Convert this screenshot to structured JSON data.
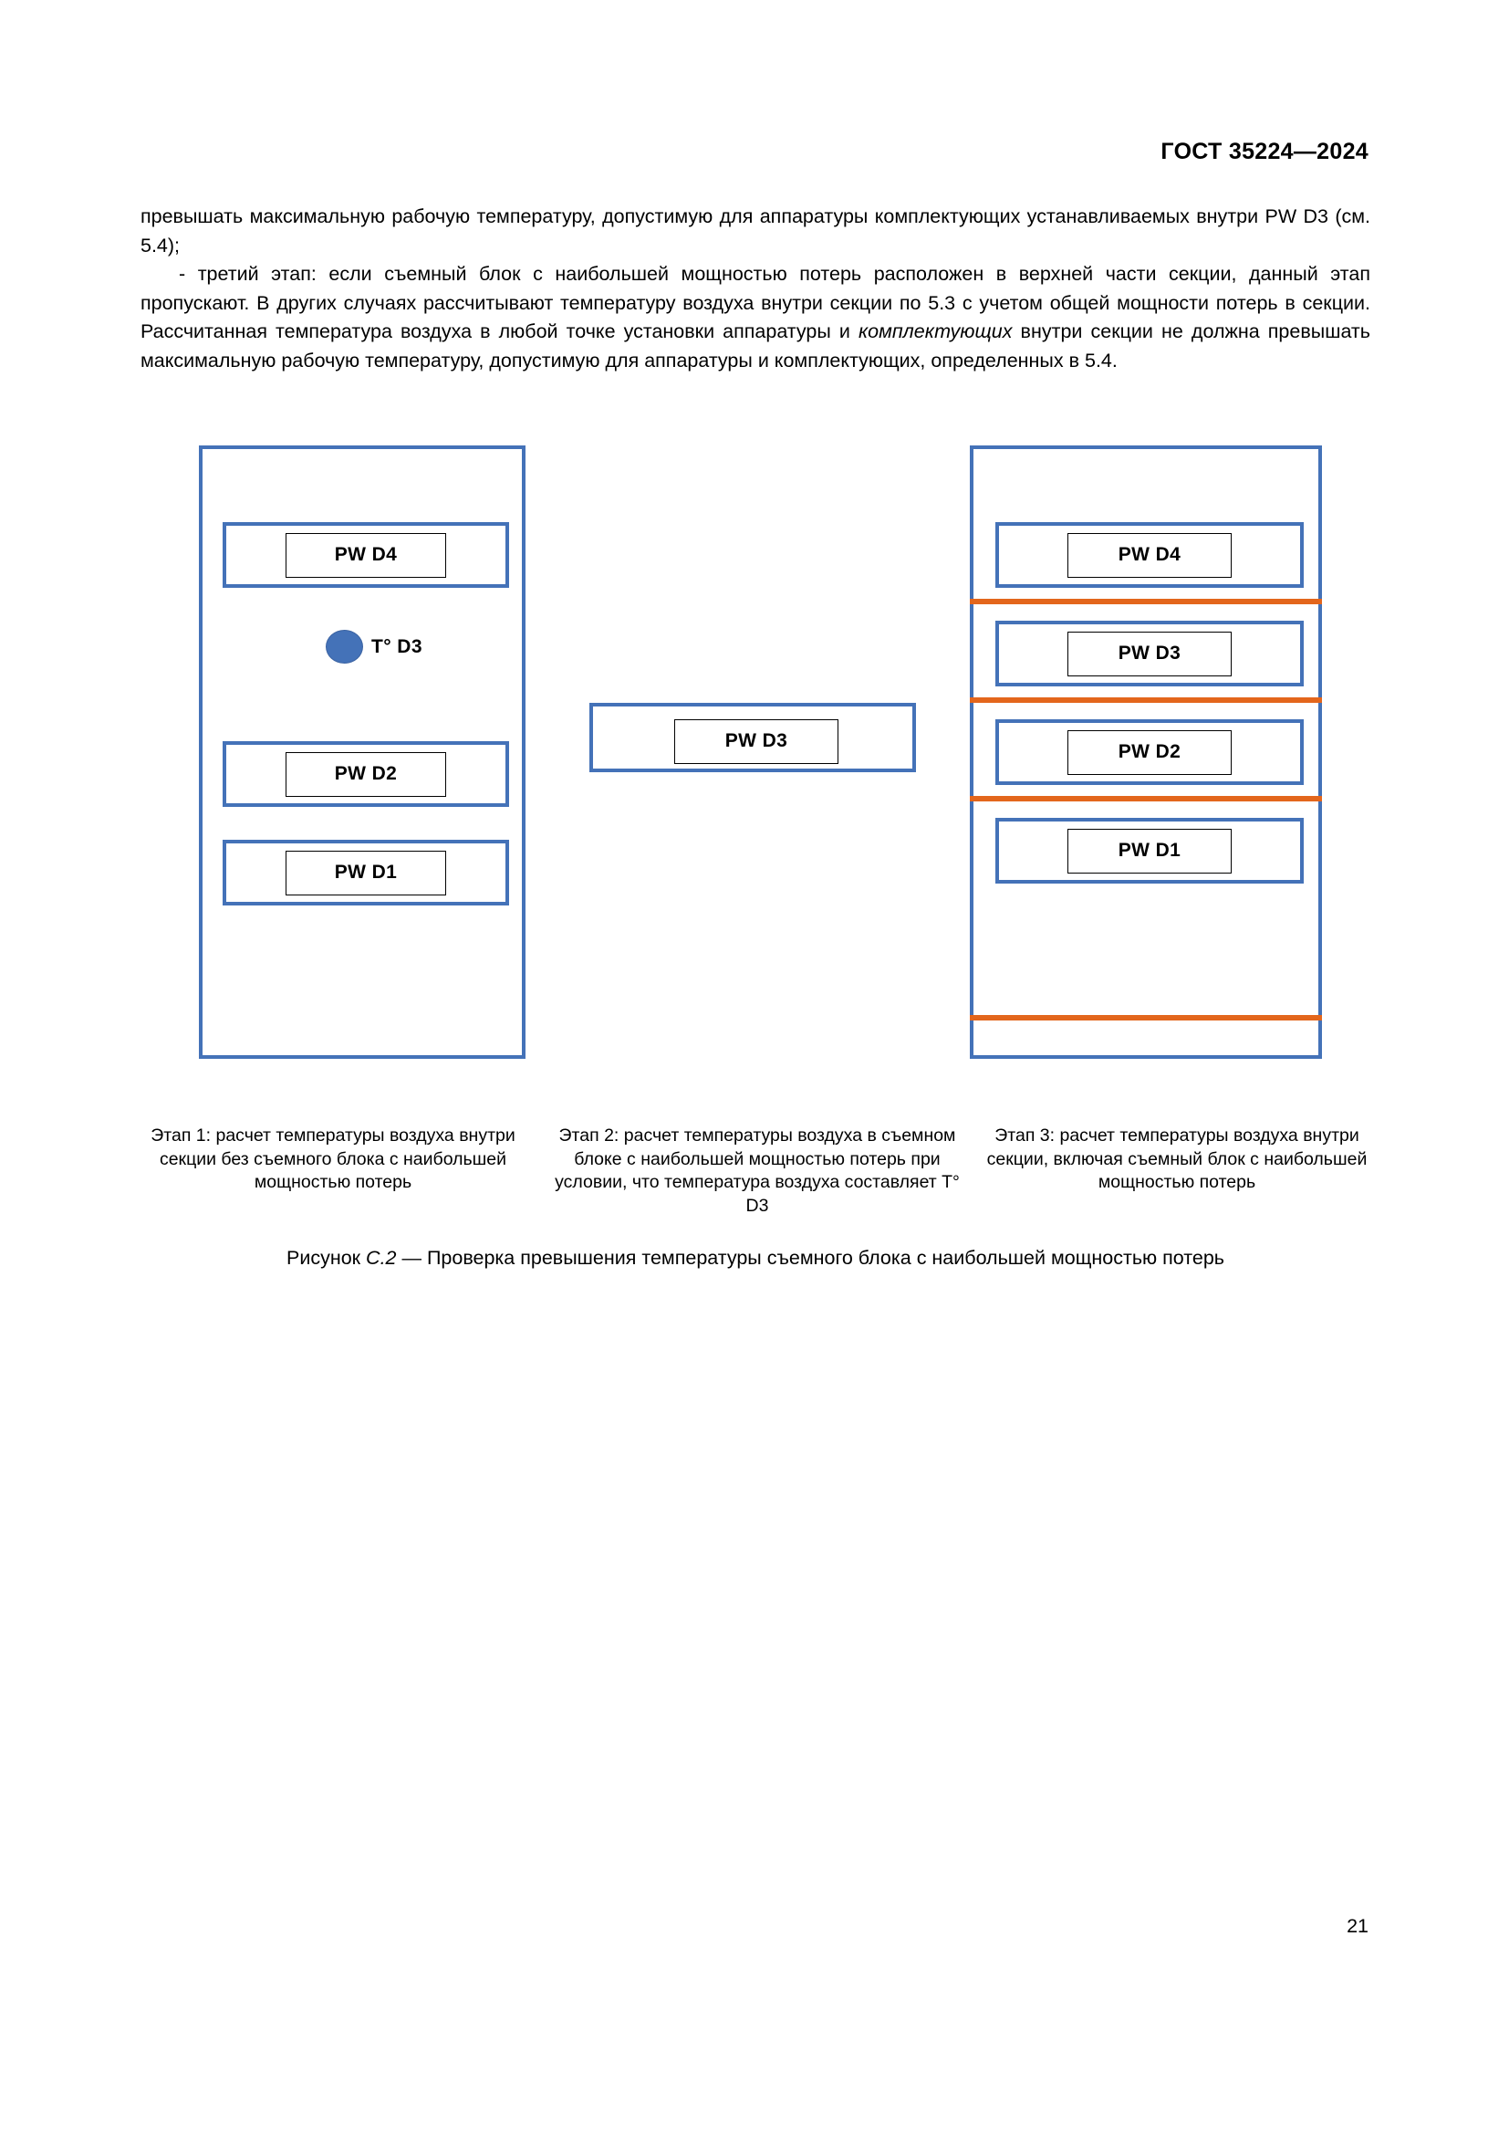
{
  "header": {
    "standard": "ГОСТ 35224—2024"
  },
  "body": {
    "paragraph_1": "превышать максимальную рабочую температуру, допустимую для аппаратуры комплектующих устанавливаемых внутри PW D3 (см. 5.4);",
    "paragraph_2_part_1": "- третий этап: если съемный блок с наибольшей мощностью потерь расположен в верхней части секции, данный этап пропускают. В других случаях рассчитывают температуру воздуха внутри секции по 5.3 с учетом общей мощности потерь в секции. Рассчитанная температура воздуха в любой точке установки аппаратуры и ",
    "paragraph_2_italic": "комплектующих",
    "paragraph_2_part_2": " внутри секции не должна превышать максимальную рабочую температуру, допустимую для аппаратуры и комплектующих, определенных в 5.4."
  },
  "figure": {
    "title_prefix": "Рисунок ",
    "title_number": "С.2",
    "title_text": " — Проверка превышения температуры съемного блока с наибольшей мощностью потерь",
    "colors": {
      "frame_blue": "#4472b8",
      "separator_orange": "#e3661c",
      "marker_fill": "#4472b8",
      "chip_border": "#000000"
    },
    "diagram_1": {
      "modules": [
        {
          "label": "PW D4"
        },
        {
          "label": "PW D2"
        },
        {
          "label": "PW D1"
        }
      ],
      "marker_label": "T° D3"
    },
    "diagram_2": {
      "modules": [
        {
          "label": "PW D3"
        }
      ]
    },
    "diagram_3": {
      "modules": [
        {
          "label": "PW D4"
        },
        {
          "label": "PW D3"
        },
        {
          "label": "PW D2"
        },
        {
          "label": "PW D1"
        }
      ],
      "separator_count": 4
    },
    "captions": {
      "step_1": "Этап 1: расчет температуры воздуха внутри секции без съемного блока с наибольшей мощностью потерь",
      "step_2": "Этап 2: расчет температуры воздуха в съемном блоке с   наибольшей мощностью потерь при условии, что температура воздуха составляет T° D3",
      "step_3": "Этап 3: расчет температуры воздуха внутри секции, включая съемный блок с наибольшей мощностью потерь"
    }
  },
  "footer": {
    "page_number": "21"
  }
}
